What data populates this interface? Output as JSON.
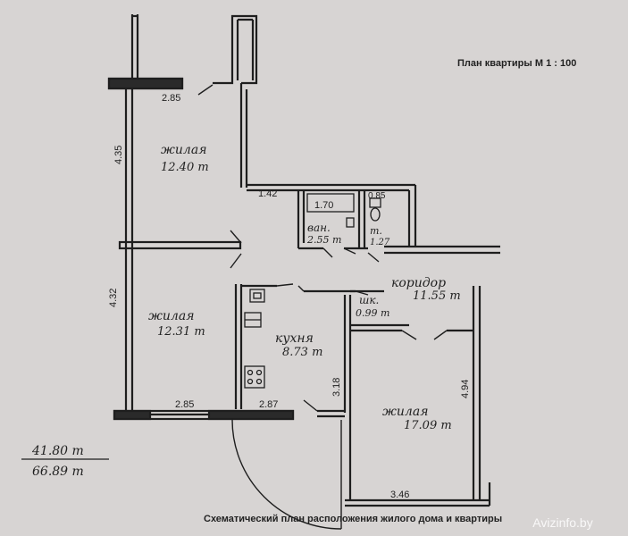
{
  "title": "План квартиры М 1 : 100",
  "footer_caption": "Схематический план расположения жилого дома и квартиры",
  "watermark": "Avizinfo.by",
  "totals": {
    "living_area": "41.80 m",
    "total_area": "66.89 m"
  },
  "rooms": [
    {
      "id": "living-1",
      "name": "жилая",
      "area": "12.40 m"
    },
    {
      "id": "living-2",
      "name": "жилая",
      "area": "12.31 m"
    },
    {
      "id": "living-3",
      "name": "жилая",
      "area": "17.09 m"
    },
    {
      "id": "kitchen",
      "name": "кухня",
      "area": "8.73 m"
    },
    {
      "id": "corridor",
      "name": "коридор",
      "area": "11.55 m"
    },
    {
      "id": "bath",
      "name": "ван.",
      "area": "2.55 m"
    },
    {
      "id": "wc",
      "name": "т.",
      "area": "1.27"
    },
    {
      "id": "closet",
      "name": "шк.",
      "area": "0.99 m"
    }
  ],
  "dimensions": {
    "balcony_width": "2.85",
    "room1_height": "4.35",
    "room2_height": "4.32",
    "room2_width": "2.85",
    "kitchen_width": "2.87",
    "kitchen_height": "3.18",
    "room3_height": "4.94",
    "room3_width": "3.46",
    "bath_width": "1.70",
    "wc_width": "0.85",
    "corridor_stub": "1.42"
  },
  "colors": {
    "paper": "#d7d4d3",
    "ink": "#1e1e1e"
  }
}
